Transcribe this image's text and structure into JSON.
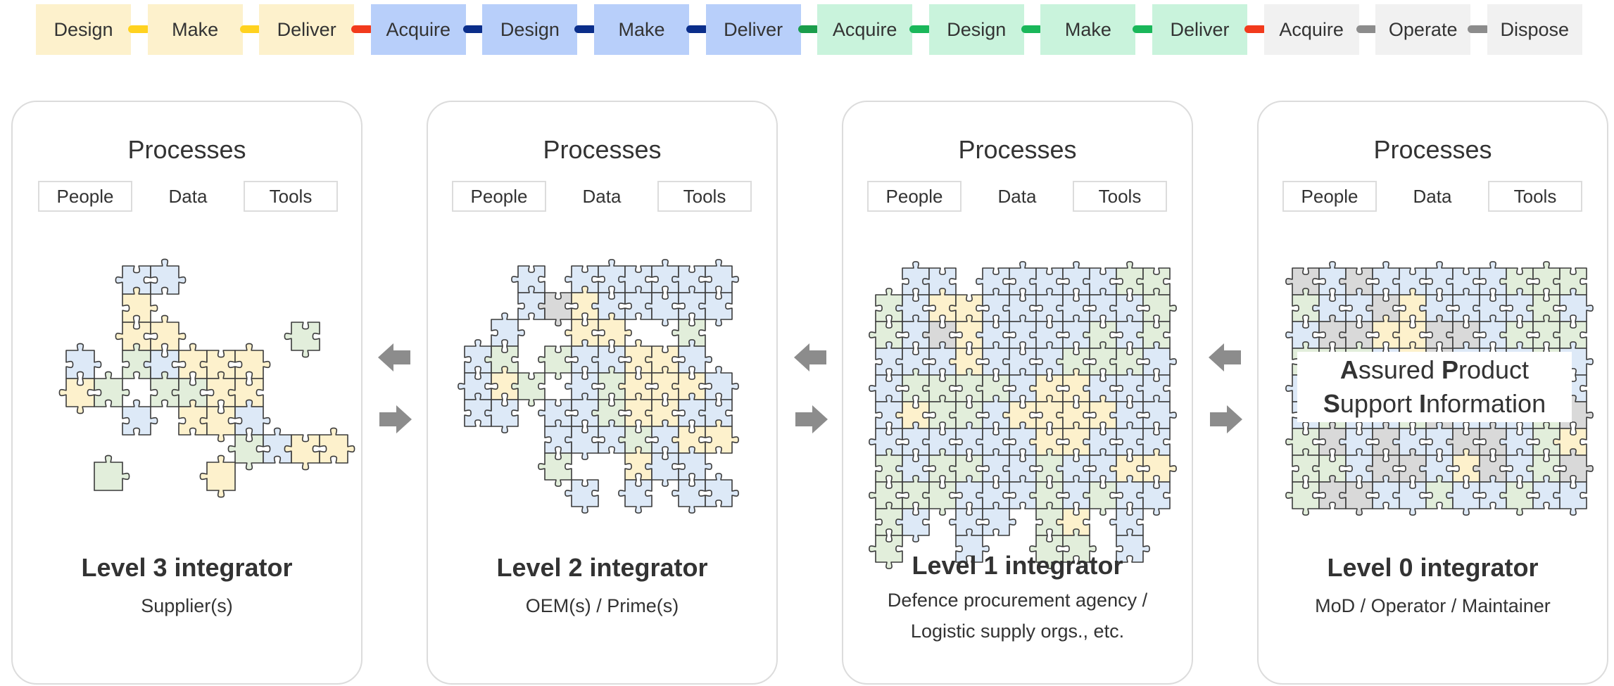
{
  "lifecycle": [
    {
      "label": "Design",
      "color": "#fdf1cc",
      "link": "#ffd21f"
    },
    {
      "label": "Make",
      "color": "#fdf1cc",
      "link": "#ffd21f"
    },
    {
      "label": "Deliver",
      "color": "#fdf1cc",
      "link": "#f23a1c"
    },
    {
      "label": "Acquire",
      "color": "#b8cffa",
      "link": "#0b2e8a"
    },
    {
      "label": "Design",
      "color": "#b8cffa",
      "link": "#0b2e8a"
    },
    {
      "label": "Make",
      "color": "#b8cffa",
      "link": "#0b2e8a"
    },
    {
      "label": "Deliver",
      "color": "#b8cffa",
      "link": "#1a9d4b"
    },
    {
      "label": "Acquire",
      "color": "#c9f3dc",
      "link": "#1ab75a"
    },
    {
      "label": "Design",
      "color": "#c9f3dc",
      "link": "#1ab75a"
    },
    {
      "label": "Make",
      "color": "#c9f3dc",
      "link": "#1ab75a"
    },
    {
      "label": "Deliver",
      "color": "#c9f3dc",
      "link": "#f23a1c"
    },
    {
      "label": "Acquire",
      "color": "#f1f1f1",
      "link": "#8c8c8c"
    },
    {
      "label": "Operate",
      "color": "#f1f1f1",
      "link": "#8c8c8c"
    },
    {
      "label": "Dispose",
      "color": "#f1f1f1",
      "link": null
    }
  ],
  "panels": [
    {
      "processes": "Processes",
      "people": "People",
      "data": "Data",
      "tools": "Tools",
      "data_color": "#fdf1cc",
      "title": "Level 3 integrator",
      "subtitle": "Supplier(s)",
      "subtitle2": ""
    },
    {
      "processes": "Processes",
      "people": "People",
      "data": "Data",
      "tools": "Tools",
      "data_color": "#b8cffa",
      "title": "Level 2 integrator",
      "subtitle": "OEM(s) / Prime(s)",
      "subtitle2": ""
    },
    {
      "processes": "Processes",
      "people": "People",
      "data": "Data",
      "tools": "Tools",
      "data_color": "#c9f3dc",
      "title": "Level 1 integrator",
      "subtitle": "Defence procurement agency /",
      "subtitle2": "Logistic supply orgs., etc."
    },
    {
      "processes": "Processes",
      "people": "People",
      "data": "Data",
      "tools": "Tools",
      "data_color": "#f1f1f1",
      "title": "Level 0 integrator",
      "subtitle": "MoD / Operator / Maintainer",
      "subtitle2": ""
    }
  ],
  "apsi": {
    "line1_a": "A",
    "line1_b": "ssured ",
    "line1_c": "P",
    "line1_d": "roduct",
    "line2_a": "S",
    "line2_b": "upport ",
    "line2_c": "I",
    "line2_d": "nformation"
  },
  "colors": {
    "yellow": "#fdf1cc",
    "blue": "#dde9f7",
    "green": "#e2eedb",
    "gray": "#d9d9d9",
    "arrow": "#8c8c8c"
  },
  "icons": [
    "arrow-left-icon",
    "arrow-right-icon",
    "puzzle-piece-icon"
  ]
}
